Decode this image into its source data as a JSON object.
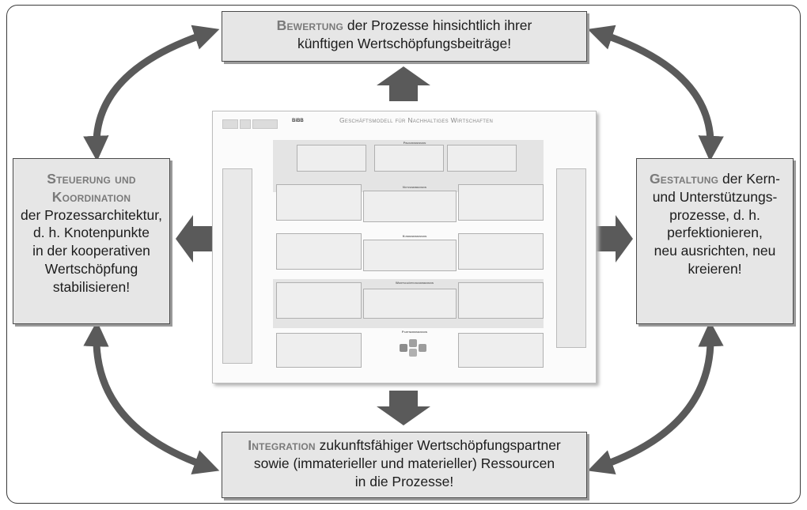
{
  "top_box": {
    "keyword": "Bewertung",
    "line1_rest": " der Prozesse hinsichtlich ihrer",
    "line2": "künftigen Wertschöpfungsbeiträge!"
  },
  "left_box": {
    "keyword1": "Steuerung und",
    "keyword2": "Koordination",
    "lines": [
      "der Prozessarchitektur,",
      "d. h. Knotenpunkte",
      "in der kooperativen",
      "Wertschöpfung",
      "stabilisieren!"
    ]
  },
  "right_box": {
    "keyword": "Gestaltung",
    "line1_rest": " der Kern-",
    "lines": [
      "und Unterstützungs-",
      "prozesse, d. h.",
      "perfektionieren,",
      "neu ausrichten, neu",
      "kreieren!"
    ]
  },
  "bottom_box": {
    "keyword": "Integration",
    "line1_rest": " zukunftsfähiger Wertschöpfungspartner",
    "line2": "sowie (immaterieller und materieller) Ressourcen",
    "line3": "in die Prozesse!"
  },
  "poster": {
    "title": "Geschäftsmodell für Nachhaltiges Wirtschaften",
    "logo_text": "BiBB",
    "dimensions": [
      "Finanzdimension",
      "Nutzendimension",
      "Kundendimension",
      "Wertschöpfungsdimension",
      "Partnerdimension"
    ]
  },
  "colors": {
    "box_fill": "#e6e6e6",
    "arrow": "#5a5a5a",
    "keyword": "#7a7a7a",
    "text": "#1c1c1c"
  }
}
